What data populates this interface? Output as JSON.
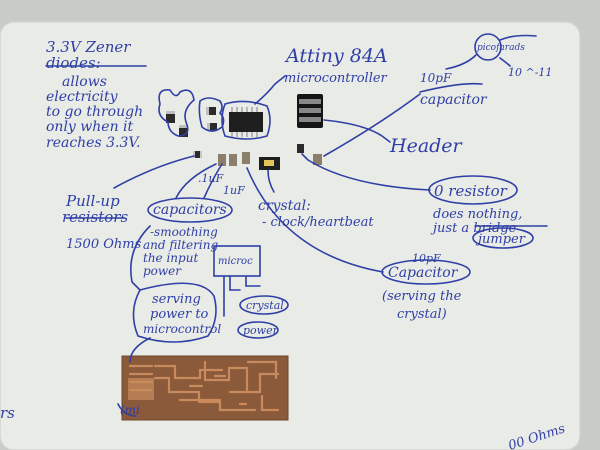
{
  "photo": {
    "paper_color": "#e9ebe6",
    "background_color": "#c9cbc7",
    "ink_color": "#2f3fa6",
    "pcb_color": "#8a5a3a",
    "copper_color": "#c98a5e"
  },
  "notes": {
    "zener_title_1": "3.3V Zener",
    "zener_title_2": "diodes:",
    "zener_desc_1": "allows",
    "zener_desc_2": "electricity",
    "zener_desc_3": "to go through",
    "zener_desc_4": "only when it",
    "zener_desc_5": "reaches 3.3V.",
    "attiny": "Attiny 84A",
    "microcontroller": "microcontroller",
    "picofarads": "picofarads",
    "pico_exp": "10 ^-11",
    "cap_10pf_top": "10pF",
    "capacitor_top": "capacitor",
    "header": "Header",
    "zero_resistor": "0 resistor",
    "does_nothing_1": "does nothing,",
    "does_nothing_2": "just a bridge",
    "jumper": "jumper",
    "crystal_title": "crystal:",
    "crystal_desc": "- clock/heartbeat",
    "one_uf_a": ".1uF",
    "one_uf_b": "1uF",
    "pull_up_1": "Pull-up",
    "pull_up_2": "resistors",
    "ohms_1500": "1500 Ohms",
    "capacitors": "capacitors",
    "cap_desc_1": "-smoothing",
    "cap_desc_2": "and filtering",
    "cap_desc_3": "the input",
    "cap_desc_4": "power",
    "microc": "microc",
    "serving_1": "serving",
    "serving_2": "power to",
    "serving_3": "microcontrol",
    "crystal_small": "crystal",
    "power_small": "power",
    "cap_10pf_bottom": "10pF",
    "capacitor_bottom": "Capacitor",
    "serving_crystal_1": "(serving the",
    "serving_crystal_2": "crystal)",
    "edge_left": "rs",
    "edge_right": "00 Ohms",
    "pcb_label": "(mi"
  }
}
